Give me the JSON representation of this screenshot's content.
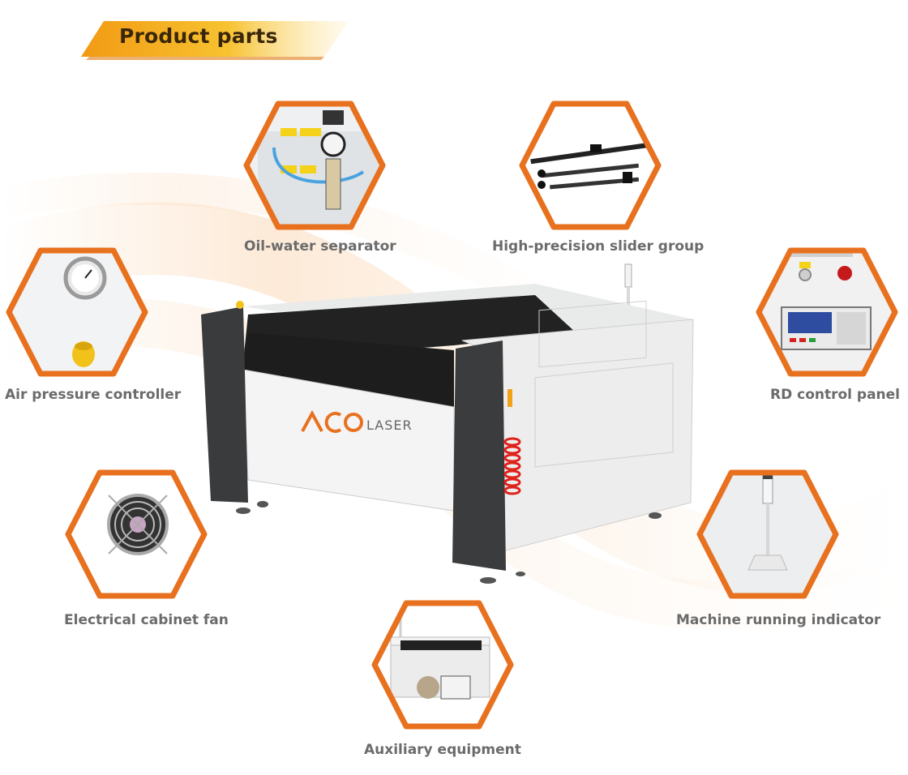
{
  "header": {
    "title": "Product parts"
  },
  "brand": {
    "logo_text": "LASER",
    "logo_mark": "ACO"
  },
  "colors": {
    "accent_orange": "#e8711f",
    "banner_yellow": "#f5b21c",
    "label_gray": "#6b6b6b"
  },
  "parts": [
    {
      "id": "oil-water-separator",
      "label": "Oil-water separator",
      "icon": "air-filter-regulator"
    },
    {
      "id": "high-precision-slider-group",
      "label": "High-precision slider group",
      "icon": "linear-rail"
    },
    {
      "id": "air-pressure-controller",
      "label": "Air pressure controller",
      "icon": "pressure-gauge"
    },
    {
      "id": "rd-control-panel",
      "label": "RD control panel",
      "icon": "control-panel"
    },
    {
      "id": "electrical-cabinet-fan",
      "label": "Electrical cabinet fan",
      "icon": "fan"
    },
    {
      "id": "machine-running-indicator",
      "label": "Machine running indicator",
      "icon": "signal-light"
    },
    {
      "id": "auxiliary-equipment",
      "label": "Auxiliary equipment",
      "icon": "chiller-machine"
    }
  ]
}
